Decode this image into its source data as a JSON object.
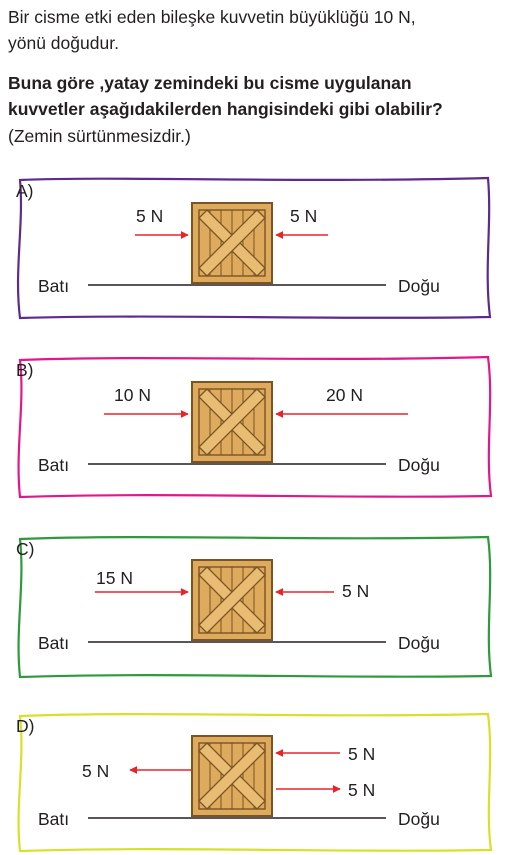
{
  "question": {
    "line1": "Bir cisme etki eden bileşke kuvvetin büyüklüğü 10 N,",
    "line2": "yönü doğudur.",
    "prompt_line1": "Buna göre ,yatay zemindeki bu cisme uygulanan",
    "prompt_line2": "kuvvetler aşağıdakilerden hangisindeki gibi olabilir?",
    "note": "(Zemin sürtünmesizdir.)"
  },
  "direction_labels": {
    "west": "Batı",
    "east": "Doğu"
  },
  "colors": {
    "frame_a": "#5e2a8c",
    "frame_b": "#e0188c",
    "frame_c": "#2e9a3c",
    "frame_d": "#d8e02a",
    "arrow": "#e8232a",
    "crate_fill": "#deaa5e",
    "crate_edge": "#7a5522",
    "ground": "#231f20"
  },
  "options": [
    {
      "letter": "A)",
      "left_force": "5 N",
      "right_force": "5 N"
    },
    {
      "letter": "B)",
      "left_force": "10 N",
      "right_force": "20 N"
    },
    {
      "letter": "C)",
      "left_force": "15 N",
      "right_force": "5 N"
    },
    {
      "letter": "D)",
      "left_force": "5 N",
      "right_force_top": "5 N",
      "right_force_bottom": "5 N"
    }
  ]
}
